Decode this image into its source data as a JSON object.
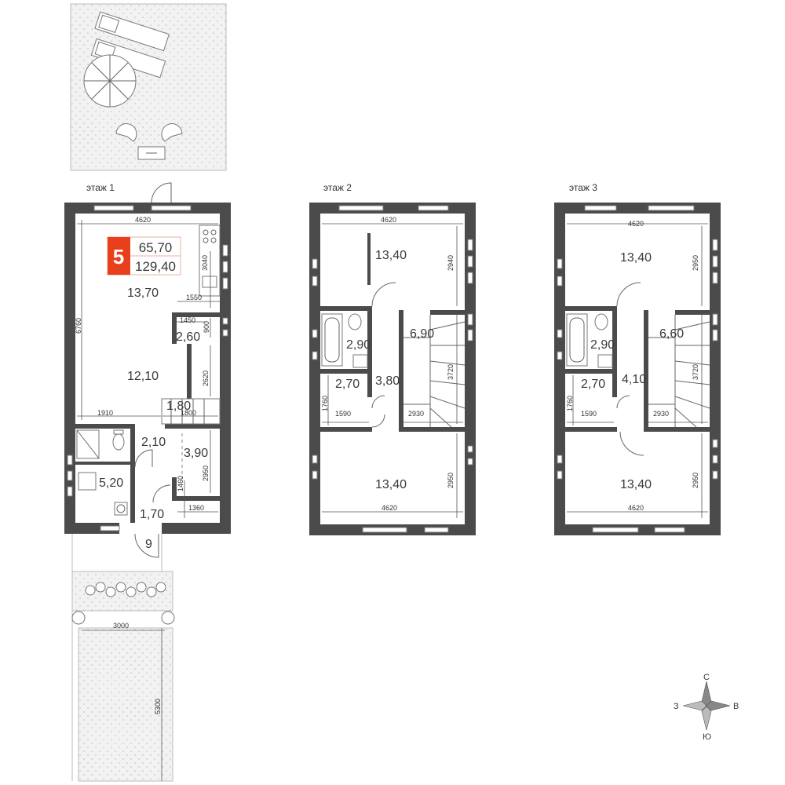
{
  "floors": [
    {
      "label": "этаж 1"
    },
    {
      "label": "этаж 2"
    },
    {
      "label": "этаж 3"
    }
  ],
  "unit": {
    "number": "5",
    "living_area": "65,70",
    "total_area": "129,40"
  },
  "floor1": {
    "areas": [
      "13,70",
      "2,60",
      "12,10",
      "1,80",
      "2,10",
      "3,90",
      "5,20",
      "1,70",
      "9"
    ],
    "dims": [
      "4620",
      "6760",
      "3040",
      "1550",
      "1450",
      "900",
      "2620",
      "1910",
      "1800",
      "2950",
      "1460",
      "1360"
    ]
  },
  "floor2": {
    "areas": [
      "13,40",
      "2,90",
      "6,90",
      "2,70",
      "3,80",
      "13,40"
    ],
    "dims": [
      "4620",
      "2940",
      "3720",
      "1760",
      "1590",
      "2930",
      "2950",
      "4620"
    ]
  },
  "floor3": {
    "areas": [
      "13,40",
      "2,90",
      "6,60",
      "2,70",
      "4,10",
      "13,40"
    ],
    "dims": [
      "4620",
      "2950",
      "3720",
      "1760",
      "1590",
      "2930",
      "2950",
      "4620"
    ]
  },
  "yard": {
    "dims": [
      "3000",
      "5300"
    ]
  },
  "compass": {
    "n": "С",
    "s": "Ю",
    "w": "З",
    "e": "В"
  }
}
